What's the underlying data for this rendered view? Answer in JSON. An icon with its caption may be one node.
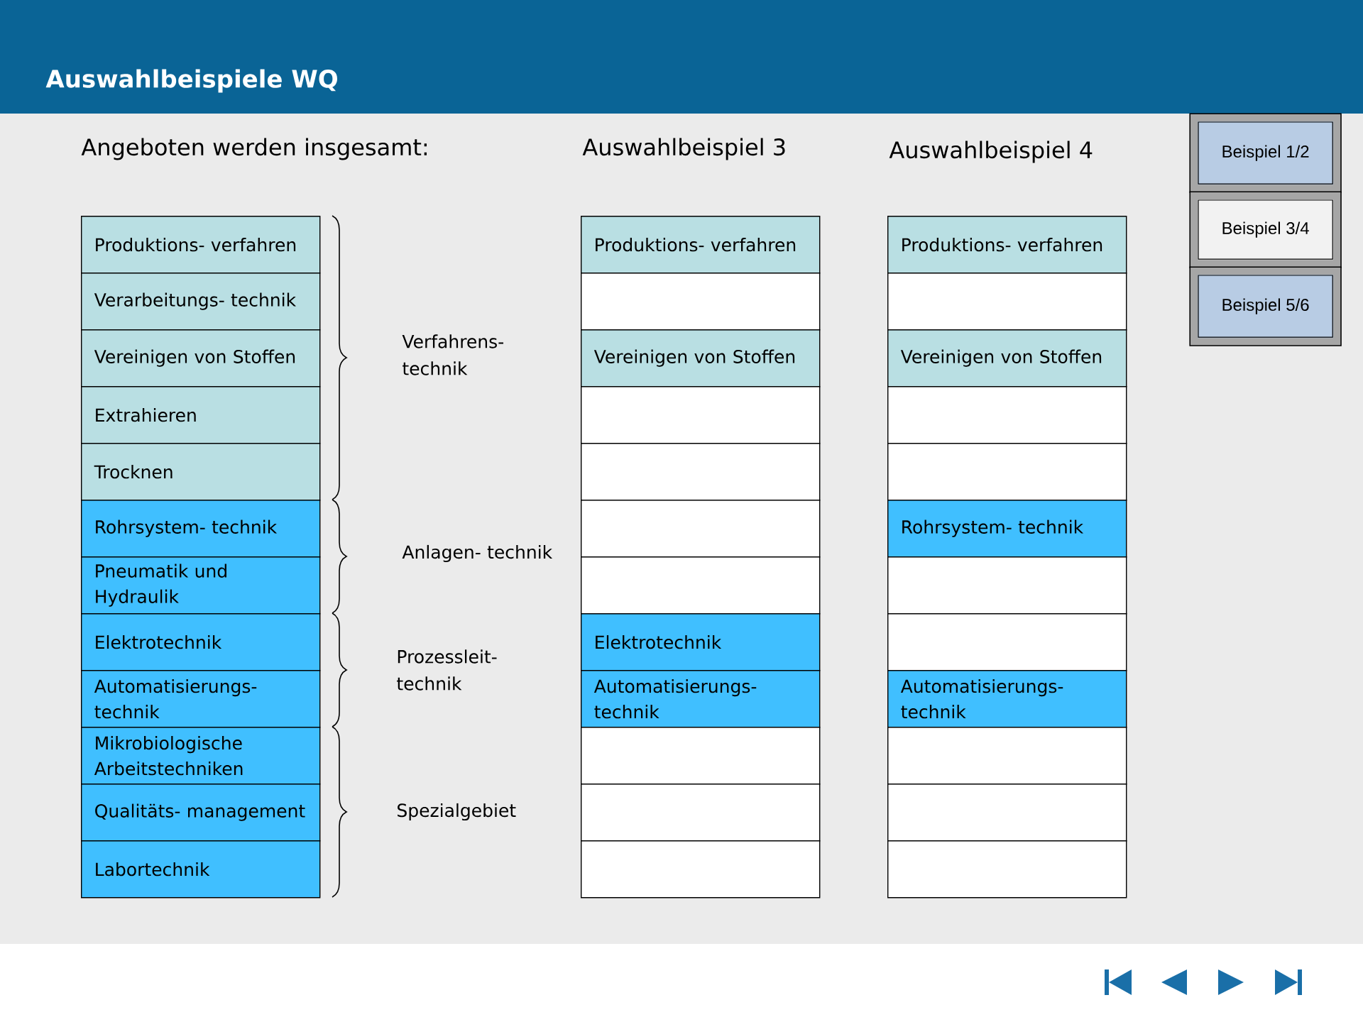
{
  "diagram": {
    "title": "Auswahlbeispiele WQ",
    "nodes": [
      {
        "text": [
          "Produktions- verfahren"
        ]
      },
      {
        "text": [
          "Verarbeitungs- technik"
        ]
      },
      {
        "text": [
          "Vereinigen von Stoffen"
        ]
      },
      {
        "text": [
          "Extrahieren"
        ]
      },
      {
        "text": [
          "Trocknen"
        ]
      },
      {
        "text": [
          "Rohrsystem- technik"
        ]
      },
      {
        "text": [
          "Pneumatik und Hydraulik"
        ]
      },
      {
        "text": [
          "Elektrotechnik"
        ]
      },
      {
        "text": [
          "Automatisierungs- technik"
        ]
      },
      {
        "text": [
          "Mikrobiologische Arbeitstechniken"
        ]
      },
      {
        "text": [
          "Qualitäts- management"
        ]
      },
      {
        "text": [
          "Labortechnik"
        ]
      },
      {
        "text": [
          "Produktions- verfahren"
        ]
      },
      {
        "text": [],
        "shape": "box"
      },
      {
        "text": [
          "Vereinigen von Stoffen"
        ]
      },
      {
        "text": [],
        "shape": "box"
      },
      {
        "text": [],
        "shape": "box"
      },
      {
        "text": [],
        "shape": "box"
      },
      {
        "text": [],
        "shape": "box"
      },
      {
        "text": [
          "Elektrotechnik"
        ]
      },
      {
        "text": [
          "Automatisierungs- technik"
        ]
      },
      {
        "text": [],
        "shape": "box"
      },
      {
        "text": [],
        "shape": "box"
      },
      {
        "text": [],
        "shape": "box"
      },
      {
        "text": [
          "Produktions- verfahren"
        ]
      },
      {
        "text": [],
        "shape": "box"
      },
      {
        "text": [
          "Vereinigen von Stoffen"
        ]
      },
      {
        "text": [],
        "shape": "box"
      },
      {
        "text": [],
        "shape": "box"
      },
      {
        "text": [
          "Rohrsystem- technik"
        ]
      },
      {
        "text": [],
        "shape": "box"
      },
      {
        "text": [],
        "shape": "box"
      },
      {
        "text": [
          "Automatisierungs- technik"
        ]
      },
      {
        "text": [],
        "shape": "box"
      },
      {
        "text": [],
        "shape": "box"
      },
      {
        "text": [],
        "shape": "box"
      },
      {
        "text": [
          "Beispiel 1/2"
        ]
      },
      {
        "text": [
          "Beispiel 3/4"
        ]
      },
      {
        "text": [
          "Beispiel 5/6"
        ]
      }
    ],
    "labels": [
      "Angeboten werden insgesamt:",
      "Auswahlbeispiel 3",
      "Auswahlbeispiel 4",
      "Verfahrens- technik",
      "Anlagen- technik",
      "Prozessleit- technik",
      "Spezialgebiet"
    ]
  }
}
